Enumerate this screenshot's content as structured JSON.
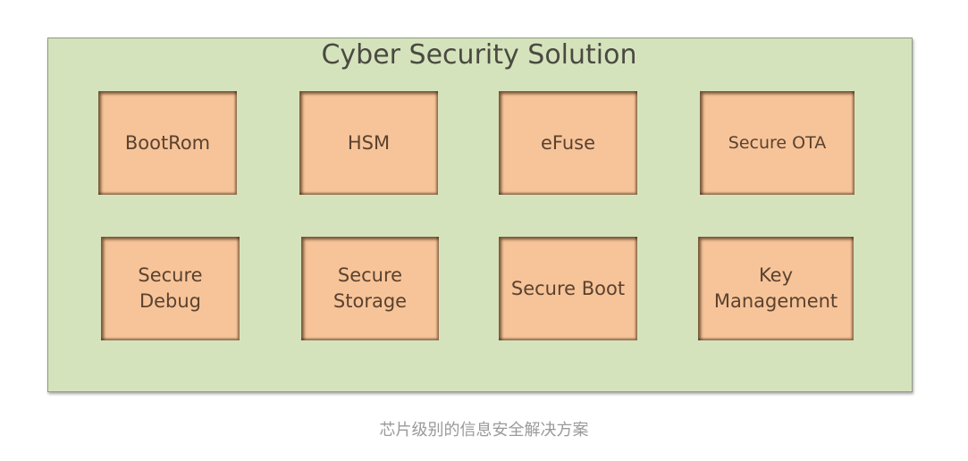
{
  "title": "Cyber Security Solution",
  "boxes": [
    "BootRom",
    "HSM",
    "eFuse",
    "Secure OTA",
    "Secure\nDebug",
    "Secure\nStorage",
    "Secure Boot",
    "Key\nManagement"
  ],
  "caption": "芯片级别的信息安全解决方案"
}
